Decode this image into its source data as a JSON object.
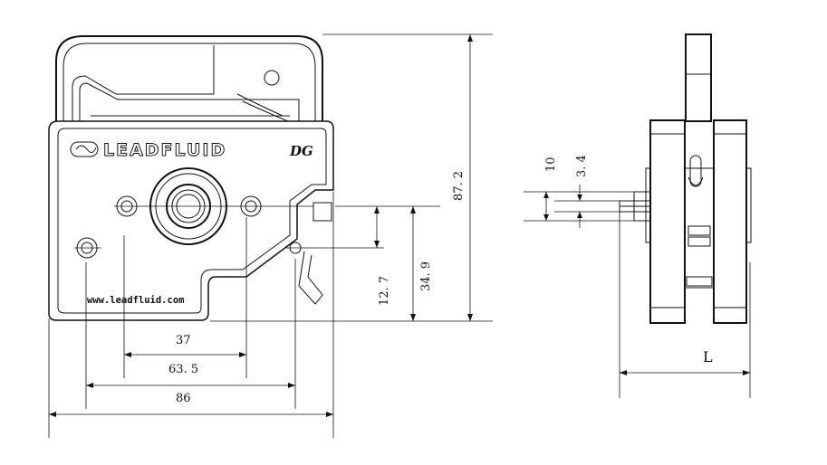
{
  "front_view": {
    "brand": "LEADFLUID",
    "model": "DG",
    "website": "www.leadfluid.com"
  },
  "dimensions": {
    "d37": "37",
    "d63_5": "63. 5",
    "d86": "86",
    "d12_7": "12. 7",
    "d34_9": "34. 9",
    "d87_2": "87. 2",
    "d10": "10",
    "d3_4": "3. 4",
    "dL": "L"
  }
}
